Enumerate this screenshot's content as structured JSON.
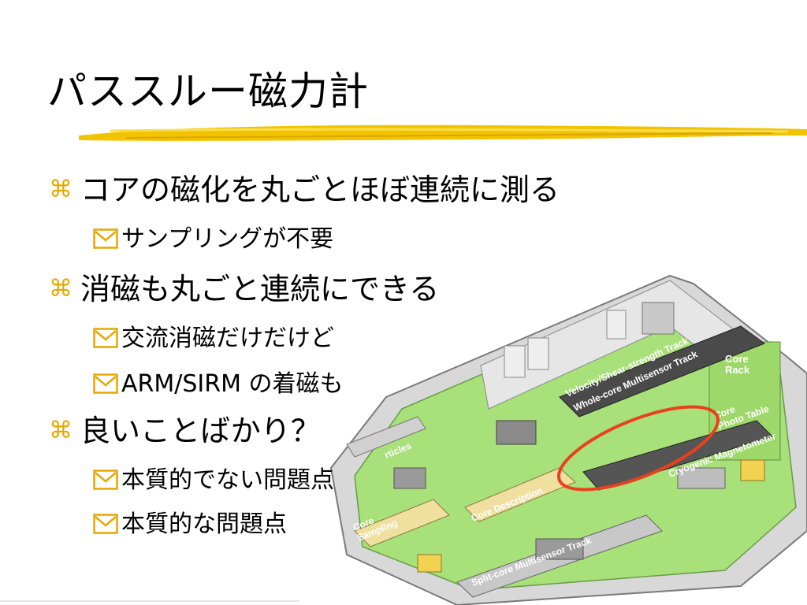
{
  "slide": {
    "title": "パススルー磁力計",
    "bullets": [
      {
        "level": 1,
        "text": "コアの磁化を丸ごとほぼ連続に測る"
      },
      {
        "level": 2,
        "text": "サンプリングが不要"
      },
      {
        "level": 1,
        "text": "消磁も丸ごと連続にできる"
      },
      {
        "level": 2,
        "text": "交流消磁だけだけど"
      },
      {
        "level": 2,
        "text": "ARM/SIRM の着磁も"
      },
      {
        "level": 1,
        "text": "良いことばかり？"
      },
      {
        "level": 2,
        "text": "本質的でない問題点"
      },
      {
        "level": 2,
        "text": "本質的な問題点"
      }
    ],
    "markers": {
      "level1": "⌘",
      "level2": "checkbox-icon"
    },
    "colors": {
      "marker": "#e5a800",
      "title_stroke": "#f2c300",
      "highlight": "#e8411e"
    }
  },
  "illustration": {
    "labels": {
      "velocity": "Velocity/Shear-strength Track",
      "whole_core": "Whole-core Multisensor Track",
      "core_rack": "Core\nRack",
      "core_photo": "Core\nPhoto Table",
      "cryogenic": "Cryogenic Magnetometer",
      "core_description": "Core Description",
      "core_sampling": "Core\nSampling",
      "split_core": "Split-core Multisensor Track",
      "particles": "rticles"
    }
  }
}
